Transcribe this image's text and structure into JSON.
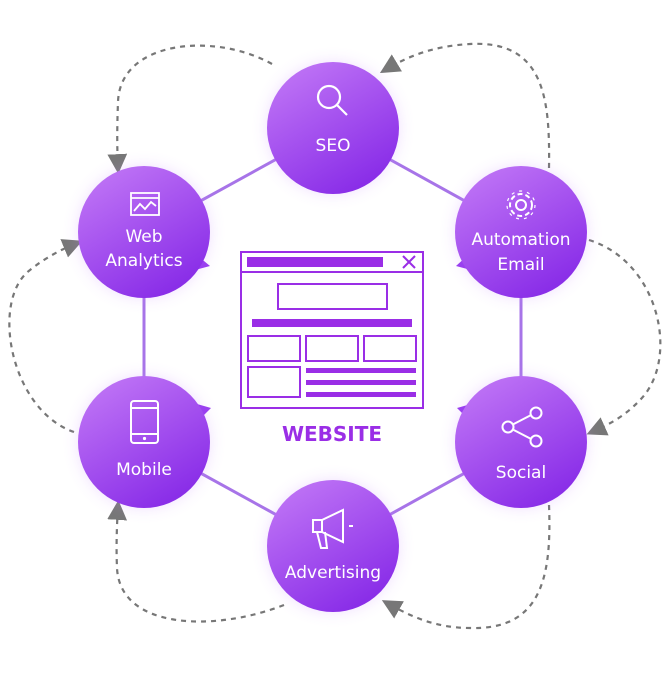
{
  "center": {
    "title": "WEBSITE"
  },
  "nodes": [
    {
      "id": "seo",
      "lines": [
        "SEO"
      ],
      "icon": "search-icon"
    },
    {
      "id": "automation-email",
      "lines": [
        "Automation",
        "Email"
      ],
      "icon": "gear-icon"
    },
    {
      "id": "social",
      "lines": [
        "Social"
      ],
      "icon": "share-icon"
    },
    {
      "id": "advertising",
      "lines": [
        "Advertising"
      ],
      "icon": "megaphone-icon"
    },
    {
      "id": "mobile",
      "lines": [
        "Mobile"
      ],
      "icon": "smartphone-icon"
    },
    {
      "id": "web-analytics",
      "lines": [
        "Web",
        "Analytics"
      ],
      "icon": "analytics-chart-icon"
    }
  ],
  "colors": {
    "accent": "#9a2ee6",
    "node_top": "#c57cf7",
    "node_bottom": "#8a2ee8",
    "connector": "#a774e8",
    "arrow": "#777777"
  }
}
